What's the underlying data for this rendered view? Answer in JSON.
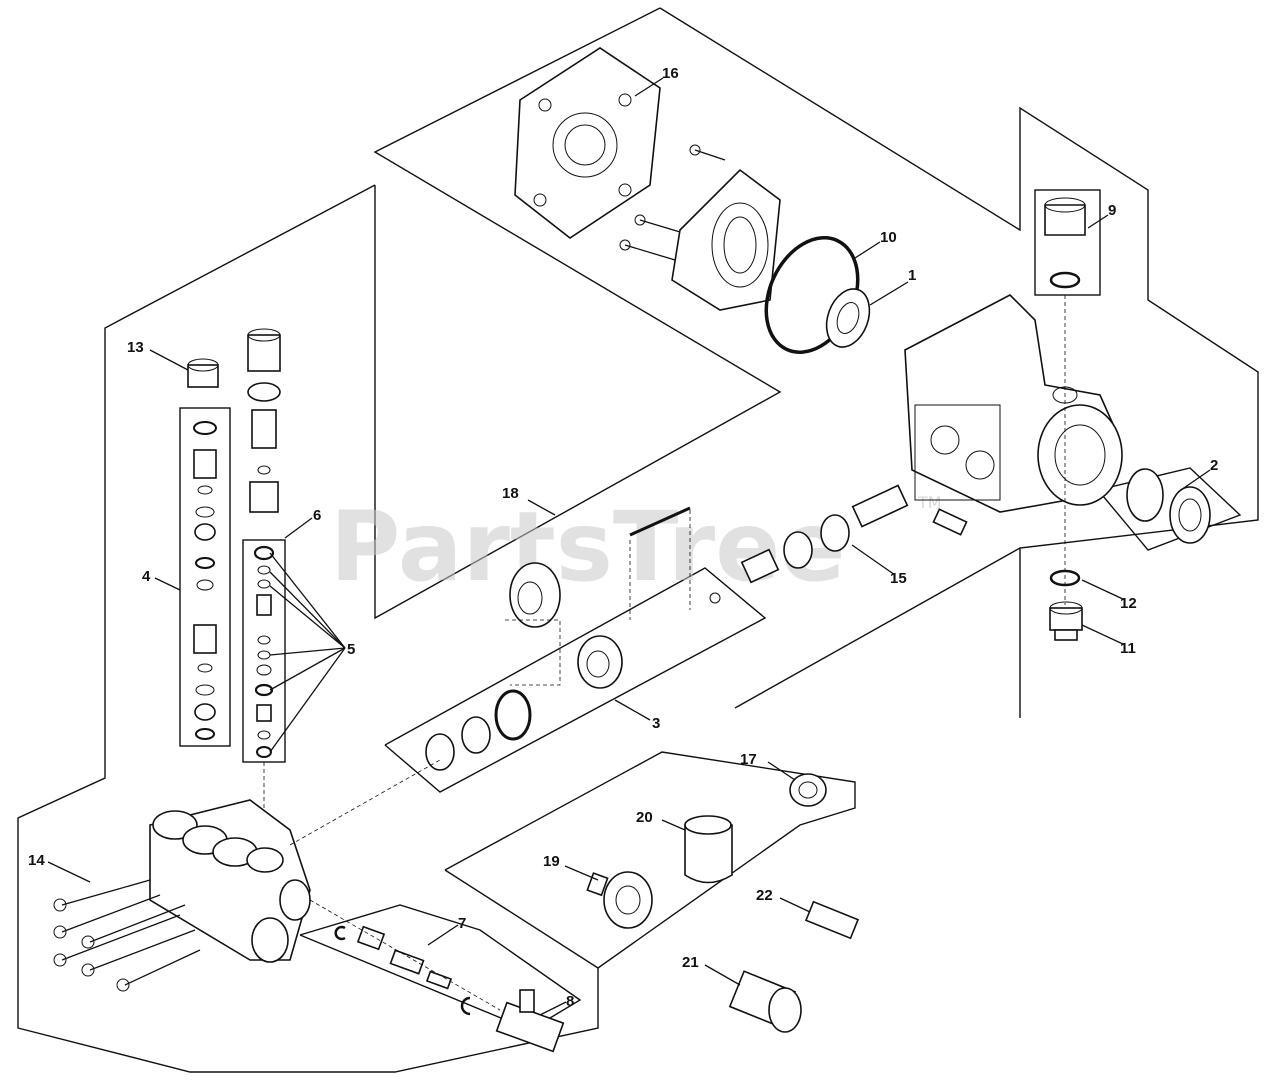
{
  "watermark": {
    "brand": "PartsTree",
    "trademark": "TM"
  },
  "callouts": [
    {
      "id": "c1",
      "label": "1"
    },
    {
      "id": "c2",
      "label": "2"
    },
    {
      "id": "c3",
      "label": "3"
    },
    {
      "id": "c4",
      "label": "4"
    },
    {
      "id": "c5",
      "label": "5"
    },
    {
      "id": "c6",
      "label": "6"
    },
    {
      "id": "c7",
      "label": "7"
    },
    {
      "id": "c8",
      "label": "8"
    },
    {
      "id": "c9",
      "label": "9"
    },
    {
      "id": "c10",
      "label": "10"
    },
    {
      "id": "c11",
      "label": "11"
    },
    {
      "id": "c12",
      "label": "12"
    },
    {
      "id": "c13",
      "label": "13"
    },
    {
      "id": "c14",
      "label": "14"
    },
    {
      "id": "c15",
      "label": "15"
    },
    {
      "id": "c16",
      "label": "16"
    },
    {
      "id": "c17",
      "label": "17"
    },
    {
      "id": "c18",
      "label": "18"
    },
    {
      "id": "c19",
      "label": "19"
    },
    {
      "id": "c20",
      "label": "20"
    },
    {
      "id": "c21",
      "label": "21"
    },
    {
      "id": "c22",
      "label": "22"
    }
  ]
}
